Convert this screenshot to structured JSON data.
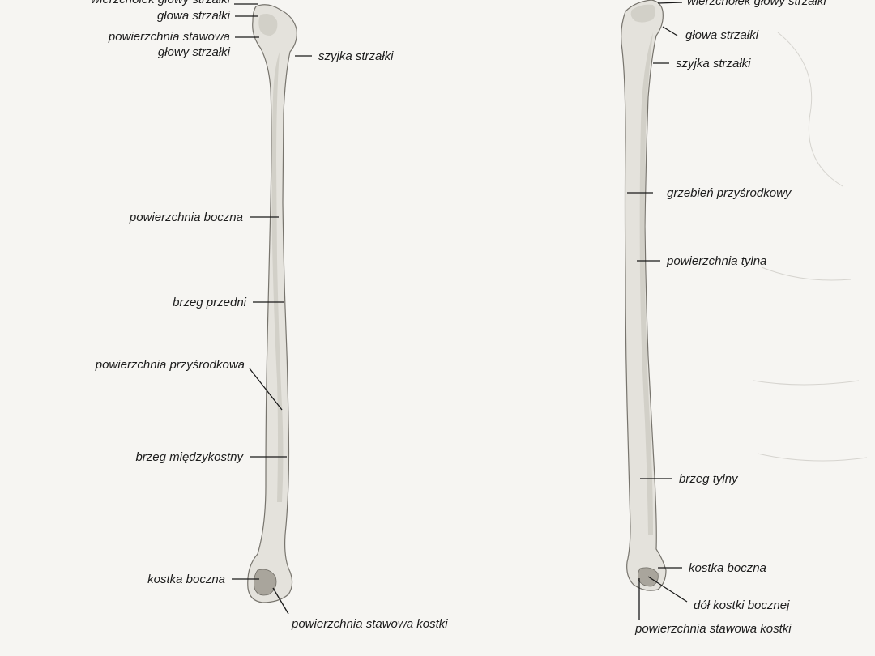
{
  "anterior_view": {
    "labels": [
      {
        "id": "apex",
        "text": "wierzchołek głowy strzałki"
      },
      {
        "id": "head",
        "text": "głowa strzałki"
      },
      {
        "id": "articular-head-1",
        "text": "powierzchnia stawowa"
      },
      {
        "id": "articular-head-2",
        "text": "głowy strzałki"
      },
      {
        "id": "neck",
        "text": "szyjka strzałki"
      },
      {
        "id": "lateral-surface",
        "text": "powierzchnia boczna"
      },
      {
        "id": "anterior-border",
        "text": "brzeg przedni"
      },
      {
        "id": "medial-surface",
        "text": "powierzchnia przyśrodkowa"
      },
      {
        "id": "interosseous-border",
        "text": "brzeg międzykostny"
      },
      {
        "id": "lateral-malleolus",
        "text": "kostka boczna"
      },
      {
        "id": "malleolar-articular",
        "text": "powierzchnia stawowa kostki"
      }
    ]
  },
  "posterior_view": {
    "labels": [
      {
        "id": "apex",
        "text": "wierzchołek głowy strzałki"
      },
      {
        "id": "head",
        "text": "głowa strzałki"
      },
      {
        "id": "neck",
        "text": "szyjka strzałki"
      },
      {
        "id": "medial-crest",
        "text": "grzebień przyśrodkowy"
      },
      {
        "id": "posterior-surface",
        "text": "powierzchnia tylna"
      },
      {
        "id": "posterior-border",
        "text": "brzeg tylny"
      },
      {
        "id": "lateral-malleolus",
        "text": "kostka boczna"
      },
      {
        "id": "malleolar-fossa",
        "text": "dół kostki bocznej"
      },
      {
        "id": "malleolar-articular",
        "text": "powierzchnia stawowa kostki"
      }
    ]
  }
}
